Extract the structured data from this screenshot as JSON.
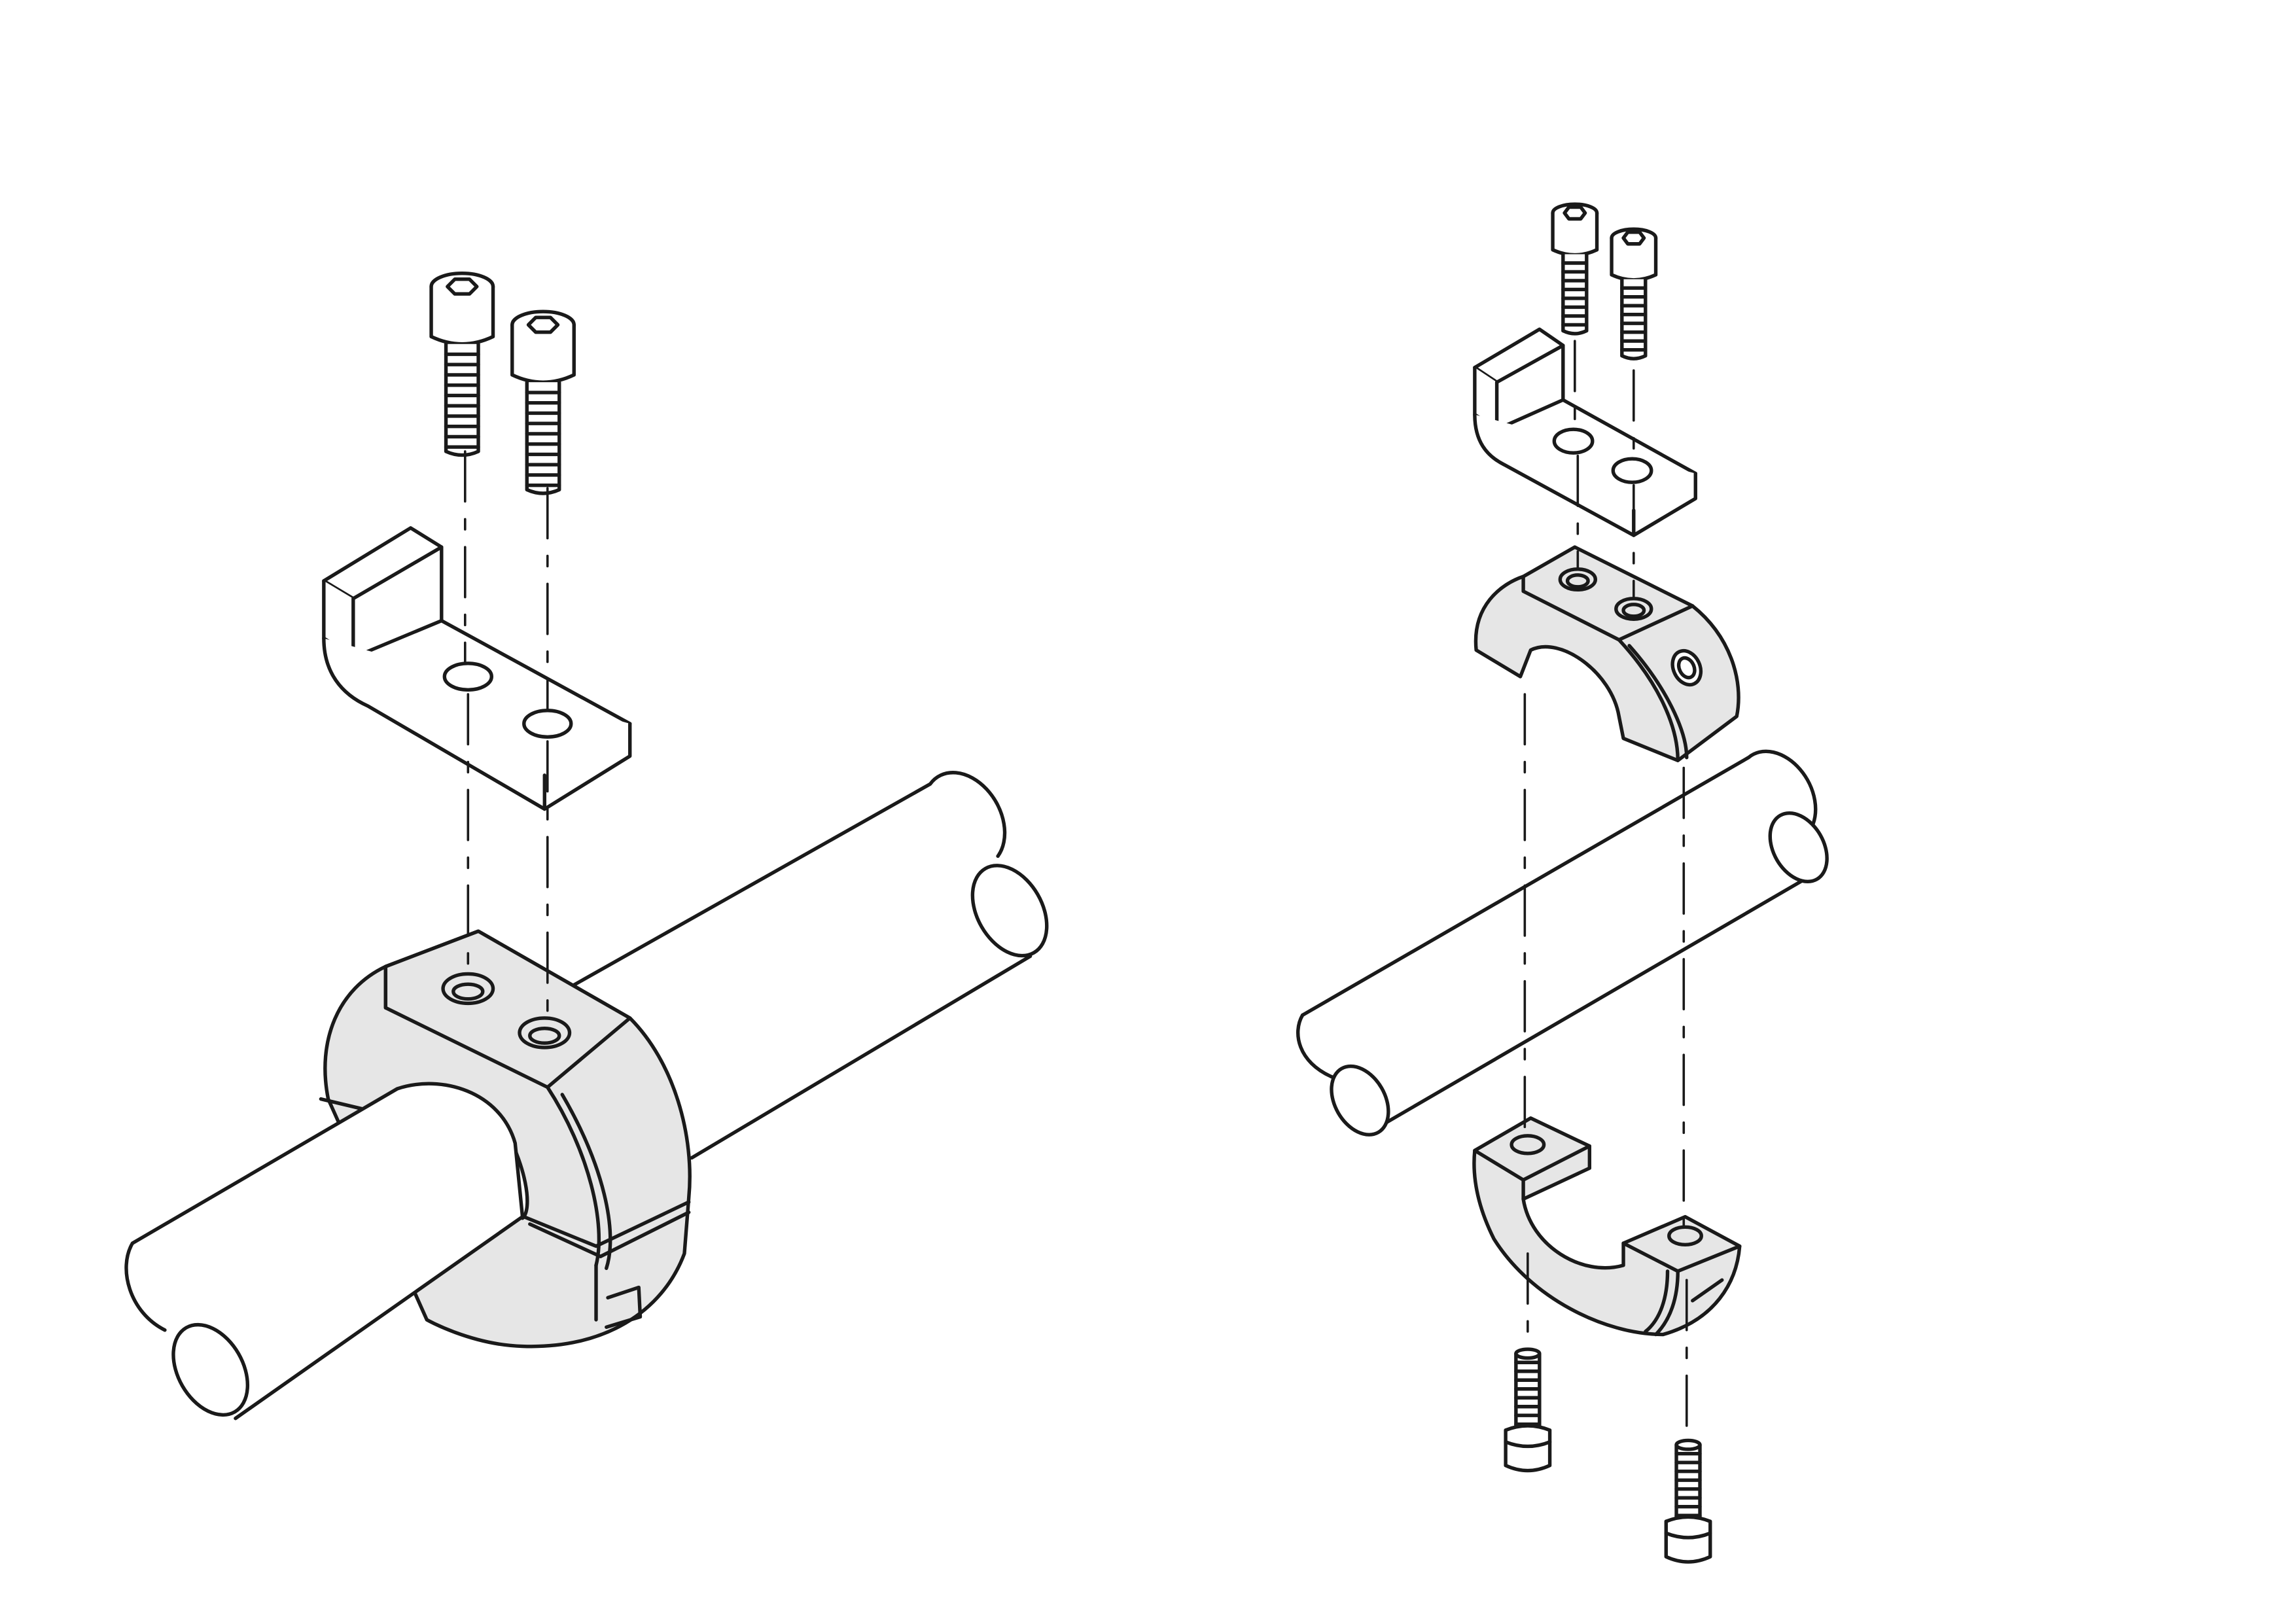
{
  "figure": {
    "panels": [
      {
        "view": "assembled",
        "parts": [
          "screw-pair",
          "l-bracket",
          "split-shaft-collar",
          "round-shaft"
        ]
      },
      {
        "view": "exploded",
        "parts": [
          "screw-pair-top",
          "l-bracket",
          "collar-upper-half",
          "round-shaft",
          "collar-lower-half",
          "screw-pair-bottom"
        ]
      }
    ],
    "colors": {
      "ink": "#1a1a1a",
      "part_fill": "#e6e6e6",
      "background": "#ffffff"
    }
  }
}
